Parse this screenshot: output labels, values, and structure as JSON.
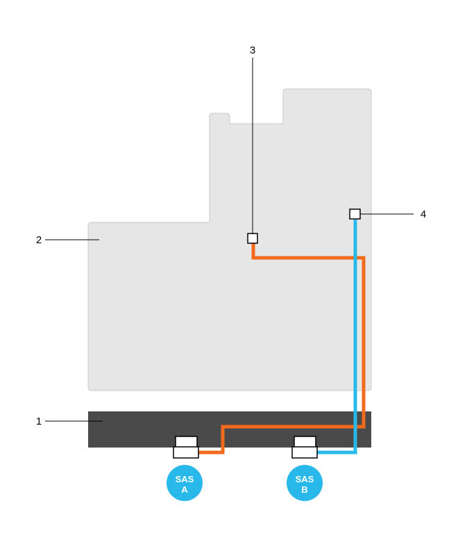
{
  "callouts": {
    "backplane": "1",
    "system_board": "2",
    "connector_a": "3",
    "connector_b": "4"
  },
  "badges": {
    "sas_a": {
      "line1": "SAS",
      "line2": "A"
    },
    "sas_b": {
      "line1": "SAS",
      "line2": "B"
    }
  },
  "colors": {
    "board_fill": "#e6e6e6",
    "board_stroke": "#c8c8c8",
    "backplane_fill": "#4a4a4a",
    "cable_sas_a": "#f26b1d",
    "cable_sas_b": "#29b8ea",
    "badge_fill": "#29b8ea"
  }
}
